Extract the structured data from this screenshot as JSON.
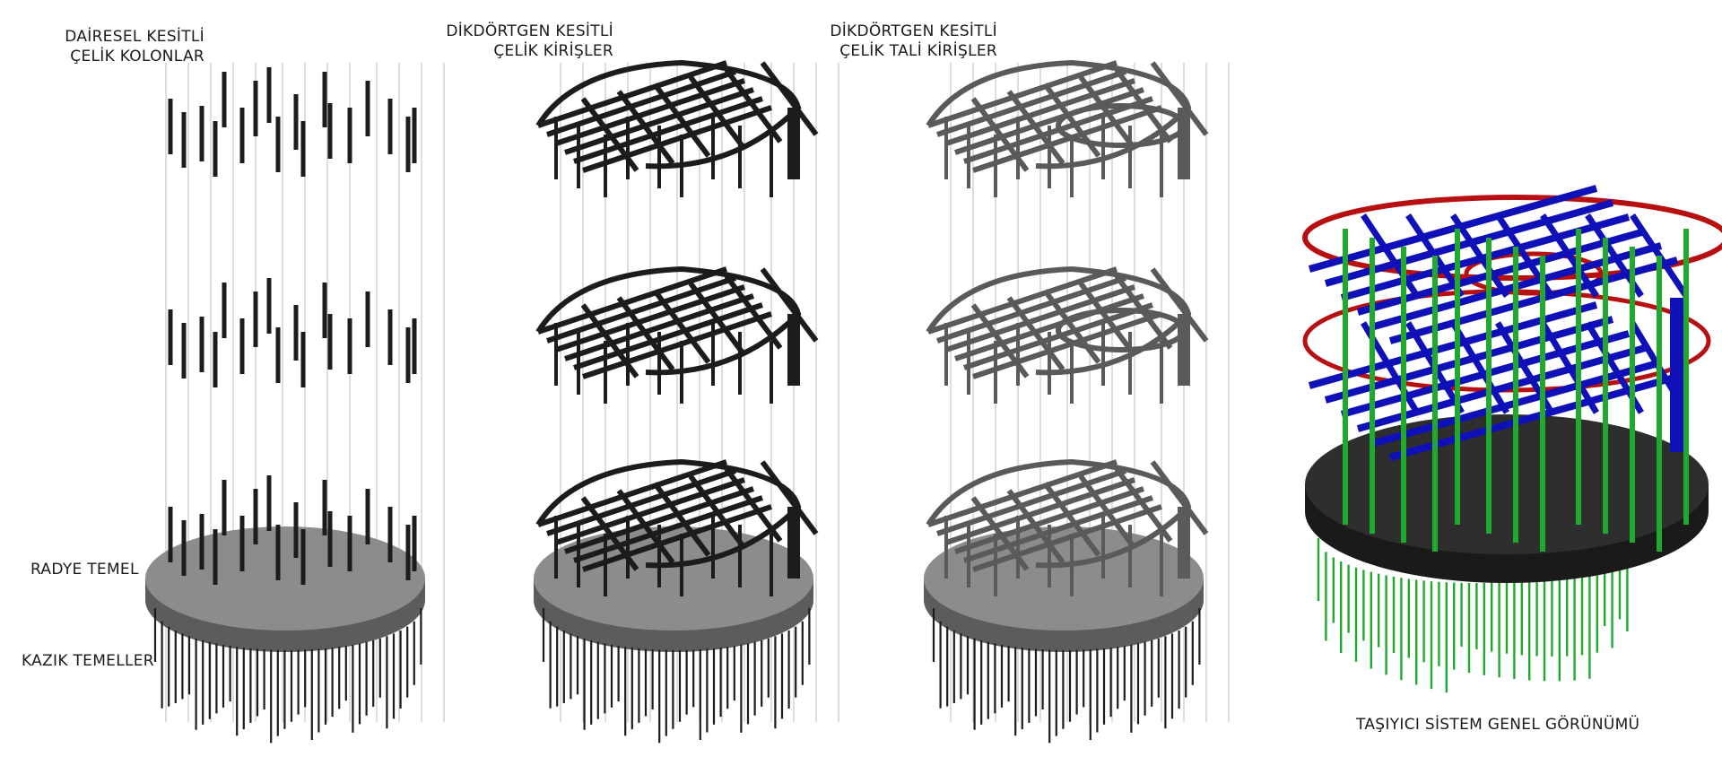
{
  "labels": {
    "columns": [
      "DAİRESEL KESİTLİ",
      "ÇELİK KOLONLAR"
    ],
    "beams": [
      "DİKDÖRTGEN KESİTLİ",
      "ÇELİK KİRİŞLER"
    ],
    "secondary_beams": [
      "DİKDÖRTGEN KESİTLİ",
      "ÇELİK TALİ KİRİŞLER"
    ],
    "raft": "RADYE TEMEL",
    "piles": "KAZIK TEMELLER",
    "overall": "TAŞIYICI SİSTEM GENEL GÖRÜNÜMÜ"
  },
  "colors": {
    "steel": "#1c1c1c",
    "secondary_steel": "#5a5a5a",
    "raft_top": "#8c8c8c",
    "raft_side": "#5c5c5c",
    "guide": "#c8c8c8",
    "beam_blue": "#1010b8",
    "ring_red": "#b81010",
    "column_green": "#1faa2e",
    "raft_dark": "#2e2e2e"
  },
  "icons": [
    "column-diagram-icon",
    "beam-diagram-icon",
    "secondary-beam-diagram-icon",
    "overall-structure-icon"
  ]
}
